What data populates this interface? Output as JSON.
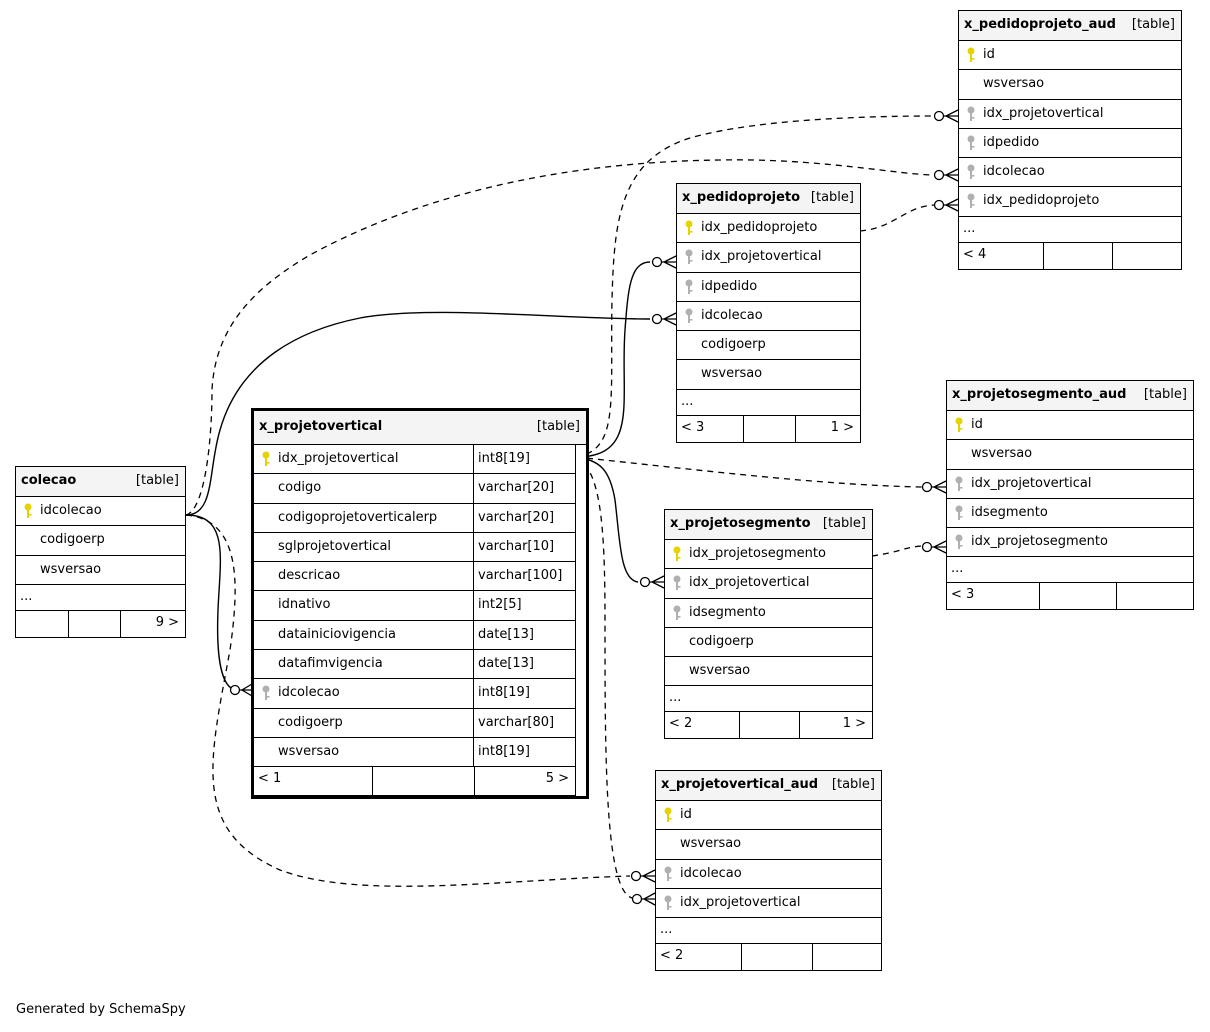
{
  "footer": "Generated by SchemaSpy",
  "colors": {
    "pk_key": "#e6d200",
    "fk_key": "#b0b0b0",
    "header_bg": "#f4f4f4"
  },
  "tables": {
    "colecao": {
      "name": "colecao",
      "kind": "[table]",
      "columns": [
        {
          "name": "idcolecao",
          "icon": "primary-key-icon"
        },
        {
          "name": "codigoerp",
          "icon": ""
        },
        {
          "name": "wsversao",
          "icon": ""
        }
      ],
      "more": "...",
      "parents": "",
      "children": "9 >"
    },
    "x_projetovertical": {
      "name": "x_projetovertical",
      "kind": "[table]",
      "columns": [
        {
          "name": "idx_projetovertical",
          "type": "int8[19]",
          "icon": "primary-key-icon"
        },
        {
          "name": "codigo",
          "type": "varchar[20]",
          "icon": ""
        },
        {
          "name": "codigoprojetoverticalerp",
          "type": "varchar[20]",
          "icon": ""
        },
        {
          "name": "sglprojetovertical",
          "type": "varchar[10]",
          "icon": ""
        },
        {
          "name": "descricao",
          "type": "varchar[100]",
          "icon": ""
        },
        {
          "name": "idnativo",
          "type": "int2[5]",
          "icon": ""
        },
        {
          "name": "datainiciovigencia",
          "type": "date[13]",
          "icon": ""
        },
        {
          "name": "datafimvigencia",
          "type": "date[13]",
          "icon": ""
        },
        {
          "name": "idcolecao",
          "type": "int8[19]",
          "icon": "foreign-key-icon"
        },
        {
          "name": "codigoerp",
          "type": "varchar[80]",
          "icon": ""
        },
        {
          "name": "wsversao",
          "type": "int8[19]",
          "icon": ""
        }
      ],
      "parents": "< 1",
      "children": "5 >"
    },
    "x_pedidoprojeto": {
      "name": "x_pedidoprojeto",
      "kind": "[table]",
      "columns": [
        {
          "name": "idx_pedidoprojeto",
          "icon": "primary-key-icon"
        },
        {
          "name": "idx_projetovertical",
          "icon": "foreign-key-icon"
        },
        {
          "name": "idpedido",
          "icon": "foreign-key-icon"
        },
        {
          "name": "idcolecao",
          "icon": "foreign-key-icon"
        },
        {
          "name": "codigoerp",
          "icon": ""
        },
        {
          "name": "wsversao",
          "icon": ""
        }
      ],
      "more": "...",
      "parents": "< 3",
      "children": "1 >"
    },
    "x_pedidoprojeto_aud": {
      "name": "x_pedidoprojeto_aud",
      "kind": "[table]",
      "columns": [
        {
          "name": "id",
          "icon": "primary-key-icon"
        },
        {
          "name": "wsversao",
          "icon": ""
        },
        {
          "name": "idx_projetovertical",
          "icon": "foreign-key-icon"
        },
        {
          "name": "idpedido",
          "icon": "foreign-key-icon"
        },
        {
          "name": "idcolecao",
          "icon": "foreign-key-icon"
        },
        {
          "name": "idx_pedidoprojeto",
          "icon": "foreign-key-icon"
        }
      ],
      "more": "...",
      "parents": "< 4",
      "children": ""
    },
    "x_projetosegmento_aud": {
      "name": "x_projetosegmento_aud",
      "kind": "[table]",
      "columns": [
        {
          "name": "id",
          "icon": "primary-key-icon"
        },
        {
          "name": "wsversao",
          "icon": ""
        },
        {
          "name": "idx_projetovertical",
          "icon": "foreign-key-icon"
        },
        {
          "name": "idsegmento",
          "icon": "foreign-key-icon"
        },
        {
          "name": "idx_projetosegmento",
          "icon": "foreign-key-icon"
        }
      ],
      "more": "...",
      "parents": "< 3",
      "children": ""
    },
    "x_projetosegmento": {
      "name": "x_projetosegmento",
      "kind": "[table]",
      "columns": [
        {
          "name": "idx_projetosegmento",
          "icon": "primary-key-icon"
        },
        {
          "name": "idx_projetovertical",
          "icon": "foreign-key-icon"
        },
        {
          "name": "idsegmento",
          "icon": "foreign-key-icon"
        },
        {
          "name": "codigoerp",
          "icon": ""
        },
        {
          "name": "wsversao",
          "icon": ""
        }
      ],
      "more": "...",
      "parents": "< 2",
      "children": "1 >"
    },
    "x_projetovertical_aud": {
      "name": "x_projetovertical_aud",
      "kind": "[table]",
      "columns": [
        {
          "name": "id",
          "icon": "primary-key-icon"
        },
        {
          "name": "wsversao",
          "icon": ""
        },
        {
          "name": "idcolecao",
          "icon": "foreign-key-icon"
        },
        {
          "name": "idx_projetovertical",
          "icon": "foreign-key-icon"
        }
      ],
      "more": "...",
      "parents": "< 2",
      "children": ""
    }
  }
}
